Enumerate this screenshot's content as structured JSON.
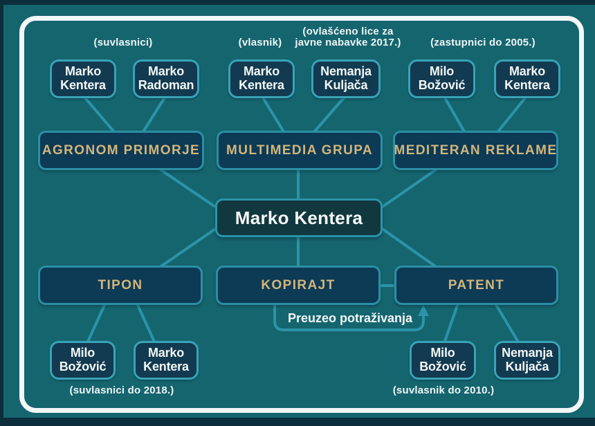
{
  "palette": {
    "background": "#15656F",
    "edge_strip": "#0C2E3C",
    "frame_border": "#F3F7F7",
    "company_fill": "#0D3A55",
    "person_fill": "#123A50",
    "center_fill": "#11383F",
    "node_border": "#39A3B7",
    "connector_line": "#2C93A8",
    "company_text": "#D2B67B",
    "person_text": "#F3F7F6"
  },
  "captions": {
    "suvlasnici": "(suvlasnici)",
    "vlasnik": "(vlasnik)",
    "ovlasceno_line1": "(ovlašćeno lice za",
    "ovlasceno_line2": "javne nabavke 2017.)",
    "zastupnici": "(zastupnici do 2005.)",
    "suvlasnici_2018": "(suvlasnici do 2018.)",
    "suvlasnik_2010": "(suvlasnik do 2010.)"
  },
  "center": {
    "name": "Marko Kentera"
  },
  "companies": {
    "agronom": "AGRONOM PRIMORJE",
    "multimedia": "MULTIMEDIA GRUPA",
    "mediteran": "MEDITERAN REKLAME",
    "tipon": "TIPON",
    "kopirajt": "KOPIRAJT",
    "patent": "PATENT"
  },
  "persons": {
    "agronom": [
      {
        "l1": "Marko",
        "l2": "Kentera"
      },
      {
        "l1": "Marko",
        "l2": "Radoman"
      }
    ],
    "multimedia": [
      {
        "l1": "Marko",
        "l2": "Kentera"
      },
      {
        "l1": "Nemanja",
        "l2": "Kuljača"
      }
    ],
    "mediteran": [
      {
        "l1": "Milo",
        "l2": "Božović"
      },
      {
        "l1": "Marko",
        "l2": "Kentera"
      }
    ],
    "tipon": [
      {
        "l1": "Milo",
        "l2": "Božović"
      },
      {
        "l1": "Marko",
        "l2": "Kentera"
      }
    ],
    "patent": [
      {
        "l1": "Milo",
        "l2": "Božović"
      },
      {
        "l1": "Nemanja",
        "l2": "Kuljača"
      }
    ]
  },
  "transfer": {
    "label": "Preuzeo potraživanja"
  }
}
